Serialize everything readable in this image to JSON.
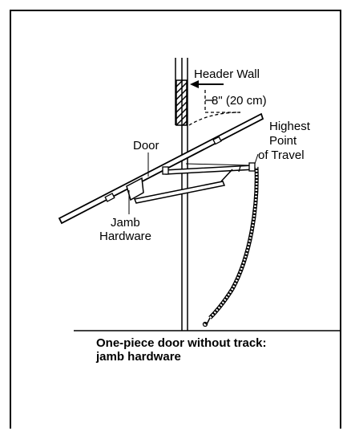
{
  "diagram": {
    "labels": {
      "header_wall": "Header Wall",
      "clearance": "8\" (20 cm)",
      "highest": "Highest",
      "point": "Point",
      "of_travel": "of Travel",
      "door": "Door",
      "jamb": "Jamb",
      "hardware": "Hardware"
    },
    "caption": {
      "line1": "One-piece door without track:",
      "line2": "jamb hardware"
    }
  }
}
